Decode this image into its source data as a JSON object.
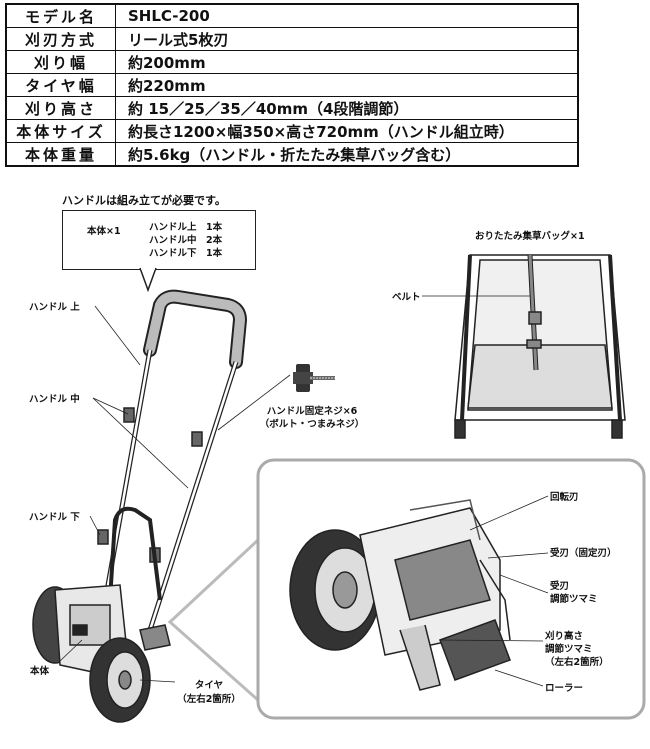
{
  "spec_table": {
    "rows": [
      {
        "key": "モデル名",
        "value": "SHLC-200"
      },
      {
        "key": "刈刃方式",
        "value": "リール式5枚刃"
      },
      {
        "key": "刈り幅",
        "value": "約200mm"
      },
      {
        "key": "タイヤ幅",
        "value": "約220mm"
      },
      {
        "key": "刈り高さ",
        "value": "約 15／25／35／40mm（4段階調節）"
      },
      {
        "key": "本体サイズ",
        "value": "約長さ1200×幅350×高さ720mm（ハンドル組立時）"
      },
      {
        "key": "本体重量",
        "value": "約5.6kg（ハンドル・折たたみ集草バッグ含む）"
      }
    ]
  },
  "assembly_note": "ハンドルは組み立てが必要です。",
  "contents": {
    "body": "本体×1",
    "handle_upper": "ハンドル上　1本",
    "handle_middle": "ハンドル中　2本",
    "handle_lower": "ハンドル下　1本"
  },
  "labels": {
    "handle_upper": "ハンドル 上",
    "handle_middle": "ハンドル 中",
    "handle_lower": "ハンドル 下",
    "body": "本体",
    "tire": "タイヤ",
    "tire_note": "（左右2箇所）",
    "screw": "ハンドル固定ネジ×6",
    "screw_note": "（ボルト・つまみネジ）",
    "bag": "おりたたみ集草バッグ×1",
    "belt": "ベルト",
    "rotary_blade": "回転刃",
    "fixed_blade": "受刃（固定刃）",
    "fixed_knob_1": "受刃",
    "fixed_knob_2": "調節ツマミ",
    "height_1": "刈り高さ",
    "height_2": "調節ツマミ",
    "height_3": "（左右2箇所）",
    "roller": "ローラー"
  }
}
